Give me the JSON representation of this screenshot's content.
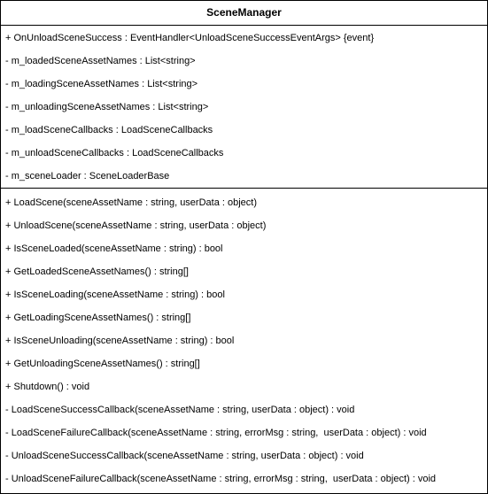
{
  "class_name": "SceneManager",
  "attributes": [
    "+ OnUnloadSceneSuccess : EventHandler<UnloadSceneSuccessEventArgs> {event}",
    "- m_loadedSceneAssetNames : List<string>",
    "- m_loadingSceneAssetNames : List<string>",
    "- m_unloadingSceneAssetNames : List<string>",
    "- m_loadSceneCallbacks : LoadSceneCallbacks",
    "- m_unloadSceneCallbacks : LoadSceneCallbacks",
    "- m_sceneLoader : SceneLoaderBase"
  ],
  "methods": [
    "+ LoadScene(sceneAssetName : string, userData : object)",
    "+ UnloadScene(sceneAssetName : string, userData : object)",
    "+ IsSceneLoaded(sceneAssetName : string) : bool",
    "+ GetLoadedSceneAssetNames() : string[]",
    "+ IsSceneLoading(sceneAssetName : string) : bool",
    "+ GetLoadingSceneAssetNames() : string[]",
    "+ IsSceneUnloading(sceneAssetName : string) : bool",
    "+ GetUnloadingSceneAssetNames() : string[]",
    "+ Shutdown() : void",
    "- LoadSceneSuccessCallback(sceneAssetName : string, userData : object) : void",
    "- LoadSceneFailureCallback(sceneAssetName : string, errorMsg : string,  userData : object) : void",
    "- UnloadSceneSuccessCallback(sceneAssetName : string, userData : object) : void",
    "- UnloadSceneFailureCallback(sceneAssetName : string, errorMsg : string,  userData : object) : void"
  ]
}
